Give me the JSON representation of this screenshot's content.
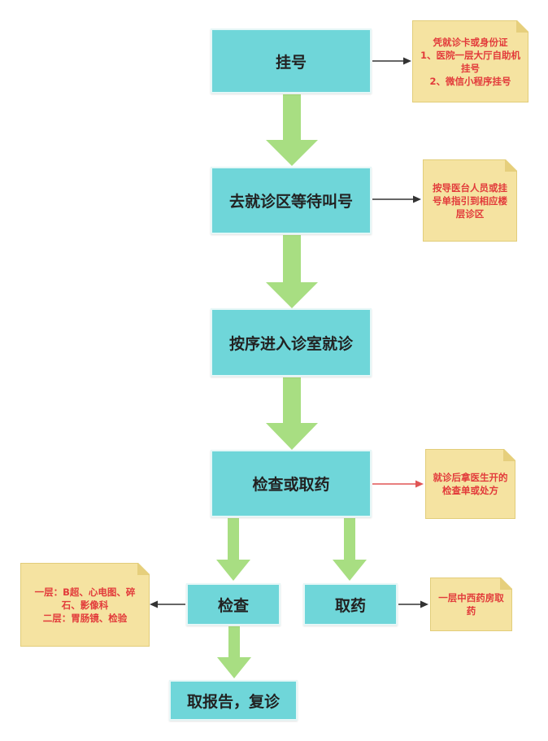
{
  "steps": {
    "register": "挂号",
    "wait": "去就诊区等待叫号",
    "enter": "按序进入诊室就诊",
    "check_or_medicine": "检查或取药",
    "check": "检查",
    "medicine": "取药",
    "report": "取报告，复诊"
  },
  "notes": {
    "register": "凭就诊卡或身份证\n1、医院一层大厅自助机挂号\n2、微信小程序挂号",
    "wait": "按导医台人员或挂号单指引到相应楼层诊区",
    "check_or_medicine": "就诊后拿医生开的检查单或处方",
    "check": "一层：B超、心电图、碎石、影像科\n二层：胃肠镜、检验",
    "medicine": "一层中西药房取药"
  },
  "colors": {
    "step_fill": "#6fd6d9",
    "flow_arrow": "#a8de82",
    "note_fill": "#f5e3a1",
    "note_text": "#e23b3b",
    "connector_dark": "#333333",
    "connector_red": "#e05555"
  }
}
